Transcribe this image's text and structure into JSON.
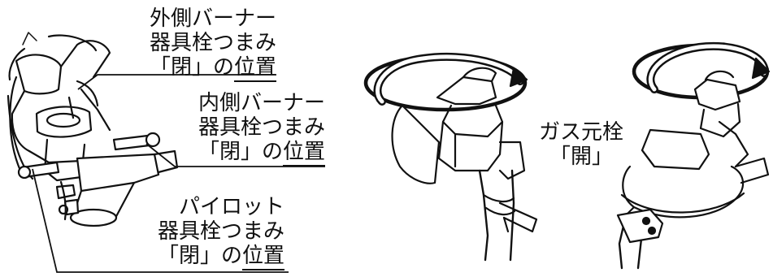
{
  "labels": {
    "outer_burner": {
      "line1": "外側バーナー",
      "line2": "器具栓つまみ",
      "line3_a": "「閉」の",
      "line3_b": "位置"
    },
    "inner_burner": {
      "line1": "内側バーナー",
      "line2": "器具栓つまみ",
      "line3_a": "「閉」の",
      "line3_b": "位置"
    },
    "pilot": {
      "line1": "パイロット",
      "line2": "器具栓つまみ",
      "line3_a": "「閉」の",
      "line3_b": "位置"
    },
    "gas_valve": {
      "line1": "ガス元栓",
      "line2": "「開」"
    }
  },
  "colors": {
    "ink": "#111111",
    "paper": "#ffffff"
  }
}
